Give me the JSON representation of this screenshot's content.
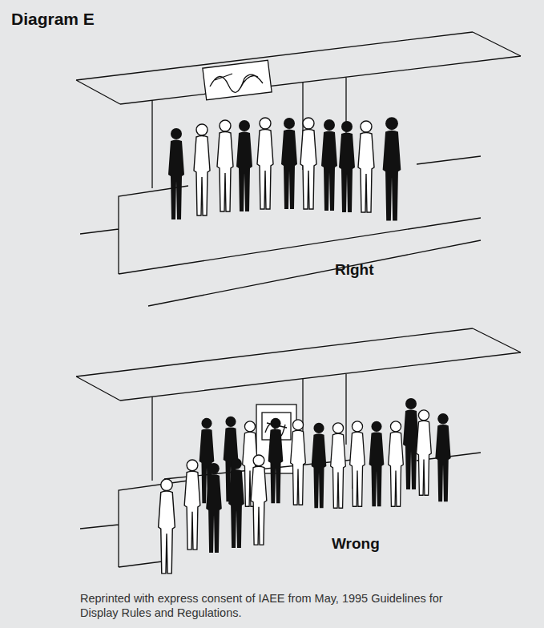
{
  "diagram": {
    "title": "Diagram E",
    "caption": "Reprinted with express consent of IAEE from May, 1995 Guidelines for Display Rules and Regulations.",
    "labels": [
      "Right",
      "Wrong"
    ]
  }
}
